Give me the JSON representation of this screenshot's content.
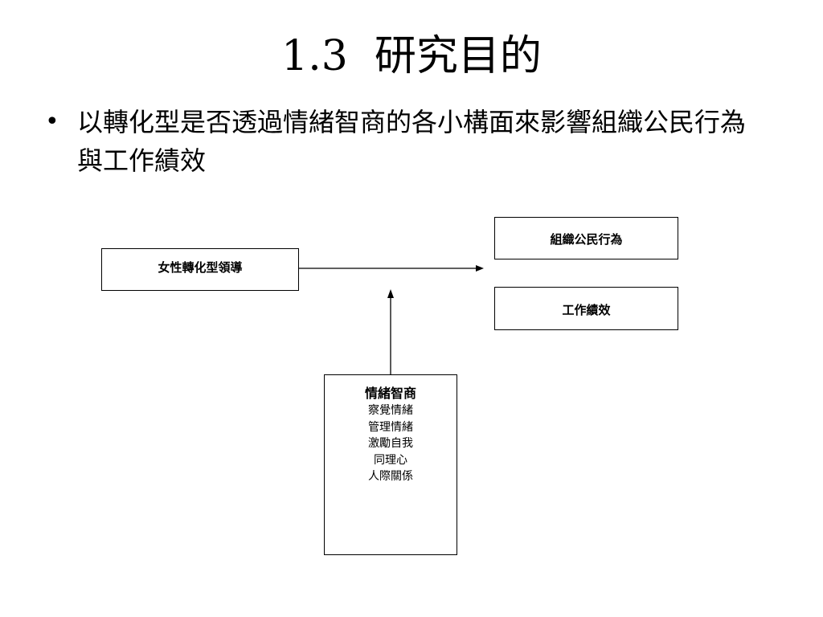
{
  "slide": {
    "title": "1.3  研究目的",
    "bullet_symbol": "•",
    "bullet_text": "以轉化型是否透過情緒智商的各小構面來影響組織公民行為與工作績效"
  },
  "diagram": {
    "leadership_box": "女性轉化型領導",
    "citizenship_box": "組織公民行為",
    "performance_box": "工作績效",
    "ei_box": {
      "title": "情緒智商",
      "items": [
        "察覺情緒",
        "管理情緒",
        "激勵自我",
        "同理心",
        "人際關係"
      ]
    }
  },
  "colors": {
    "line": "#000000",
    "background": "#ffffff"
  }
}
